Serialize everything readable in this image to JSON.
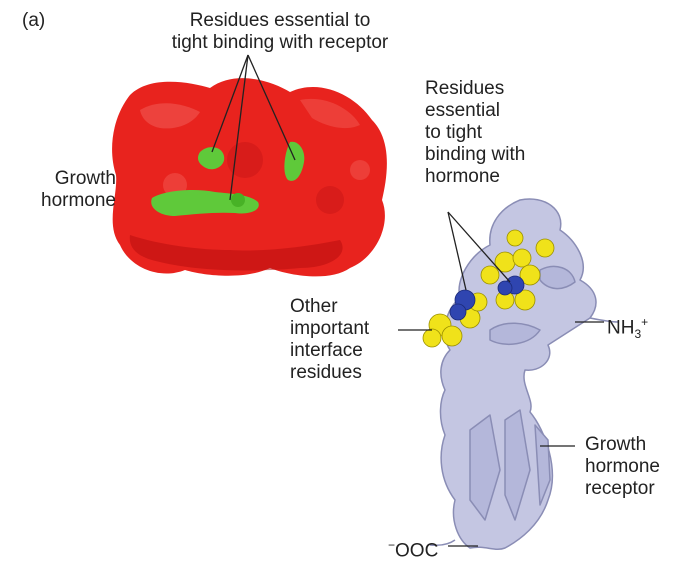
{
  "panel_label": "(a)",
  "labels": {
    "receptor_binding_line1": "Residues essential to",
    "receptor_binding_line2": "tight binding with receptor",
    "growth_hormone_line1": "Growth",
    "growth_hormone_line2": "hormone",
    "hormone_binding_line1": "Residues",
    "hormone_binding_line2": "essential",
    "hormone_binding_line3": "to tight",
    "hormone_binding_line4": "binding with",
    "hormone_binding_line5": "hormone",
    "other_line1": "Other",
    "other_line2": "important",
    "other_line3": "interface",
    "other_line4": "residues",
    "nh3_base": "NH",
    "nh3_sub": "3",
    "nh3_sup": "+",
    "ooc_sup": "−",
    "ooc_base": "OOC",
    "receptor_line1": "Growth",
    "receptor_line2": "hormone",
    "receptor_line3": "receptor"
  },
  "colors": {
    "hormone_surface": "#e8231e",
    "hormone_shadow": "#b80f0f",
    "binding_patch": "#5fc93a",
    "receptor_ribbon": "#c4c6e2",
    "receptor_edge": "#8a8db5",
    "interface_spheres": "#f0e21a",
    "core_spheres": "#2f45b0"
  }
}
